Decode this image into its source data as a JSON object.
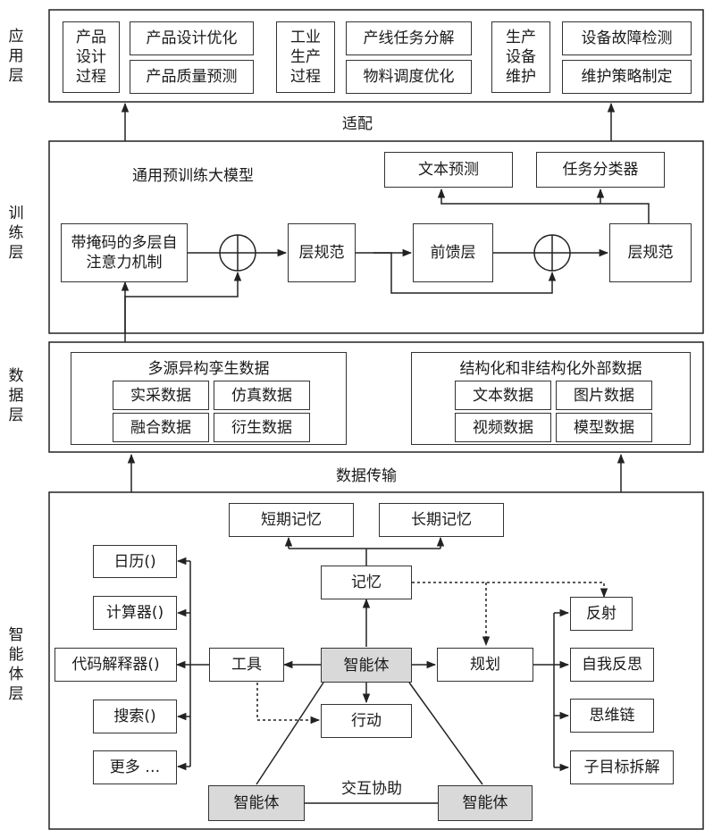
{
  "layers": {
    "application": "应用层",
    "training": "训练层",
    "data": "数据层",
    "agent": "智能体层"
  },
  "application": {
    "product_process": "产品设计过程",
    "product_design_opt": "产品设计优化",
    "product_quality_pred": "产品质量预测",
    "industrial_process": "工业生产过程",
    "line_task_decomp": "产线任务分解",
    "material_sched_opt": "物料调度优化",
    "equipment_maint": "生产设备维护",
    "fault_detection": "设备故障检测",
    "maint_strategy": "维护策略制定"
  },
  "adapt_label": "适配",
  "training": {
    "title": "通用预训练大模型",
    "text_pred": "文本预测",
    "task_classifier": "任务分类器",
    "mhsa": "带掩码的多层自注意力机制",
    "layernorm1": "层规范",
    "feedforward": "前馈层",
    "layernorm2": "层规范"
  },
  "data": {
    "twin_title": "多源异构孪生数据",
    "twin_items": [
      "实采数据",
      "仿真数据",
      "融合数据",
      "衍生数据"
    ],
    "ext_title": "结构化和非结构化外部数据",
    "ext_items": [
      "文本数据",
      "图片数据",
      "视频数据",
      "模型数据"
    ]
  },
  "transfer_label": "数据传输",
  "agent": {
    "short_mem": "短期记忆",
    "long_mem": "长期记忆",
    "memory": "记忆",
    "tools_list": [
      "日历()",
      "计算器()",
      "代码解释器()",
      "搜索()",
      "更多 …"
    ],
    "tool": "工具",
    "agent_center": "智能体",
    "planning": "规划",
    "action": "行动",
    "planning_list": [
      "反射",
      "自我反思",
      "思维链",
      "子目标拆解"
    ],
    "agent_left": "智能体",
    "agent_right": "智能体",
    "interaction": "交互协助"
  }
}
